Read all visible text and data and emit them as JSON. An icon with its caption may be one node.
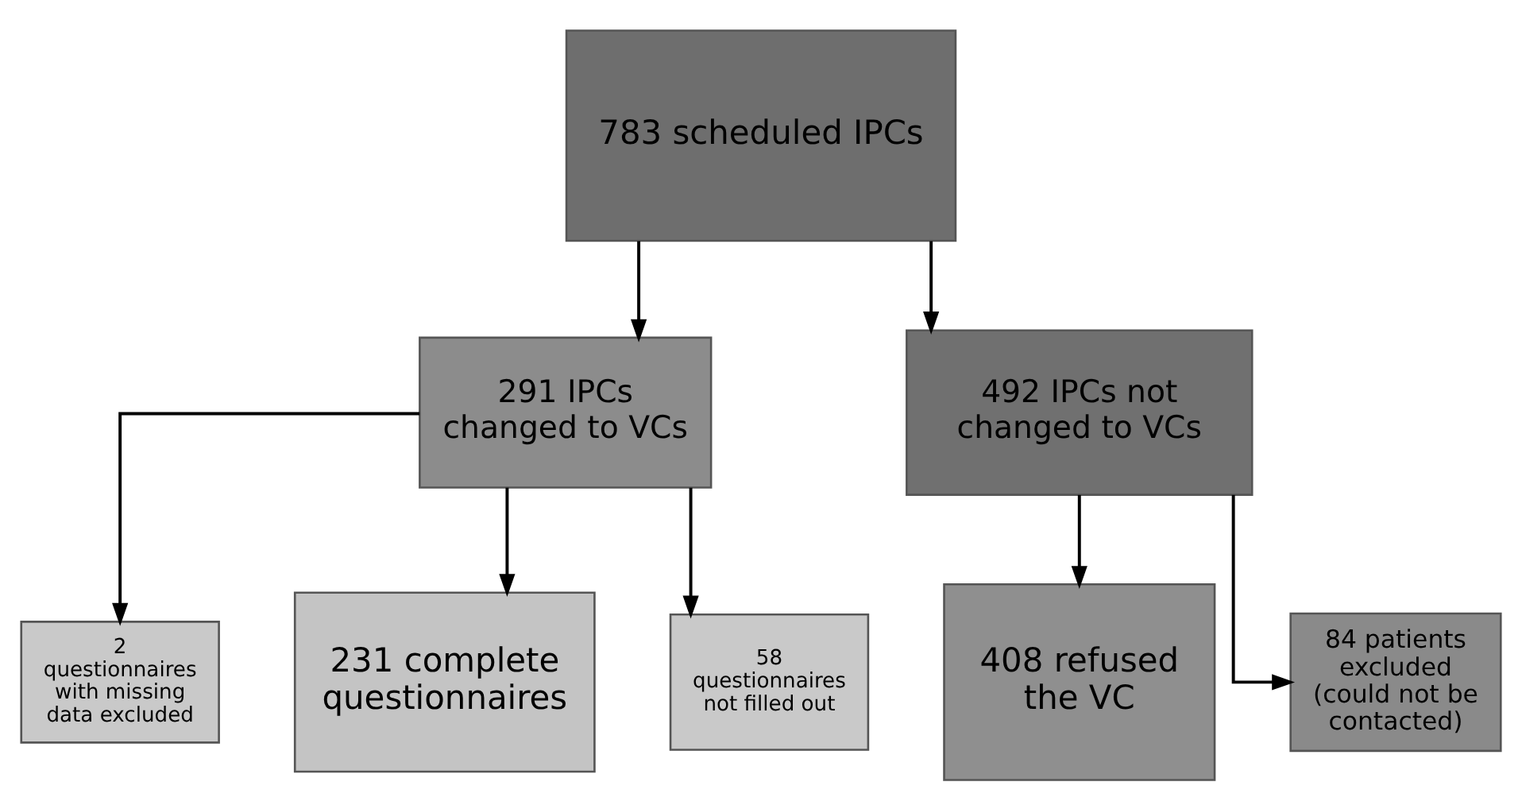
{
  "diagram": {
    "nodes": [
      {
        "text": [
          "783 scheduled IPCs"
        ]
      },
      {
        "text": [
          "291 IPCs changed to VCs"
        ]
      },
      {
        "text": [
          "492 IPCs not changed to VCs"
        ]
      },
      {
        "text": [
          "2 questionnaires with missing data excluded"
        ]
      },
      {
        "text": [
          "231 complete questionnaires"
        ]
      },
      {
        "text": [
          "58 questionnaires not filled out"
        ]
      },
      {
        "text": [
          "408 refused the VC"
        ]
      },
      {
        "text": [
          "84 patients excluded (could not be contacted)"
        ]
      }
    ],
    "edges": [
      {
        "from": 0,
        "to": 1,
        "arrow": "to"
      },
      {
        "from": 0,
        "to": 2,
        "arrow": "to"
      },
      {
        "from": 1,
        "to": 3,
        "arrow": "to"
      },
      {
        "from": 1,
        "to": 4,
        "arrow": "to"
      },
      {
        "from": 1,
        "to": 5,
        "arrow": "to"
      },
      {
        "from": 2,
        "to": 6,
        "arrow": "to"
      },
      {
        "from": 2,
        "to": 7,
        "arrow": "to"
      }
    ]
  }
}
